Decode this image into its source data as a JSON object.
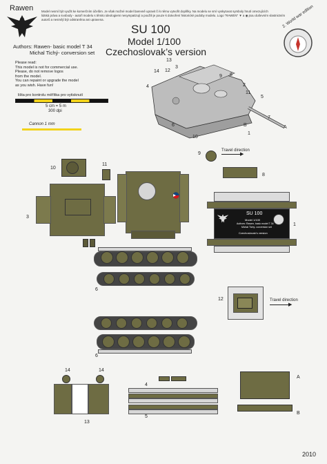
{
  "brand": "Rawen",
  "notice": {
    "line1": "Model nesmí být využit ke komerčním účelům. Je však možné model barevně upravit či k němu vytvořit doplňky. Na modelu se smí vyskytovat symboly hnutí omezujících",
    "line2": "lidská práva a svobody - autoři modelu s těmito ideologiemi nesympatizují a použili je pouze k dotvoření historické podoby modelu. Logo \"RAWEN\"",
    "line2b": "a",
    "line2c": "jsou duševním vlastnictvím",
    "line3": "autorů a nesmějí být odstraněna ani upravena."
  },
  "title": {
    "name": "SU 100",
    "scale": "Model 1/100",
    "version": "Czechoslovak’s version"
  },
  "edition_badge": "2. World war edition",
  "authors": {
    "line1": "Authors: Rawen- basic model T 34",
    "line2": "Michal Tichý- conversion set"
  },
  "readme": [
    "Please read:",
    "This model is not for commercial use.",
    "Please, do not remove logos",
    "from the model.",
    "You can repaint or upgrade the model",
    "as you wish. Have fun!"
  ],
  "scale_check": {
    "label": "lišta pro kontrolu měřítka pro vytisknutí",
    "ratio": "5 cm = 5 m",
    "dpi": "300 dpi"
  },
  "cannon_label": "Cannon  1 mm",
  "travel_direction": "Travel direction",
  "box_panel": {
    "title": "SU 100",
    "scale": "Model 1/100",
    "authors1": "Authors: Rawen- basic model T 34",
    "authors2": "Michal Tichý- conversion set",
    "version": "Czechoslovak’s version"
  },
  "year": "2010",
  "part_numbers": {
    "p1": "1",
    "p2": "2",
    "p3": "3",
    "p4": "4",
    "p5": "5",
    "p6": "6",
    "p7": "7",
    "p8": "8",
    "p9": "9",
    "p10": "10",
    "p11": "11",
    "p12": "12",
    "p13": "13",
    "p14": "14",
    "pA": "A",
    "pB": "B"
  },
  "colors": {
    "olive": "#6e6c43",
    "olive_light": "#8a8757",
    "grey_tank": "#bdbdbd",
    "scale_yellow": "#f2d21a"
  }
}
